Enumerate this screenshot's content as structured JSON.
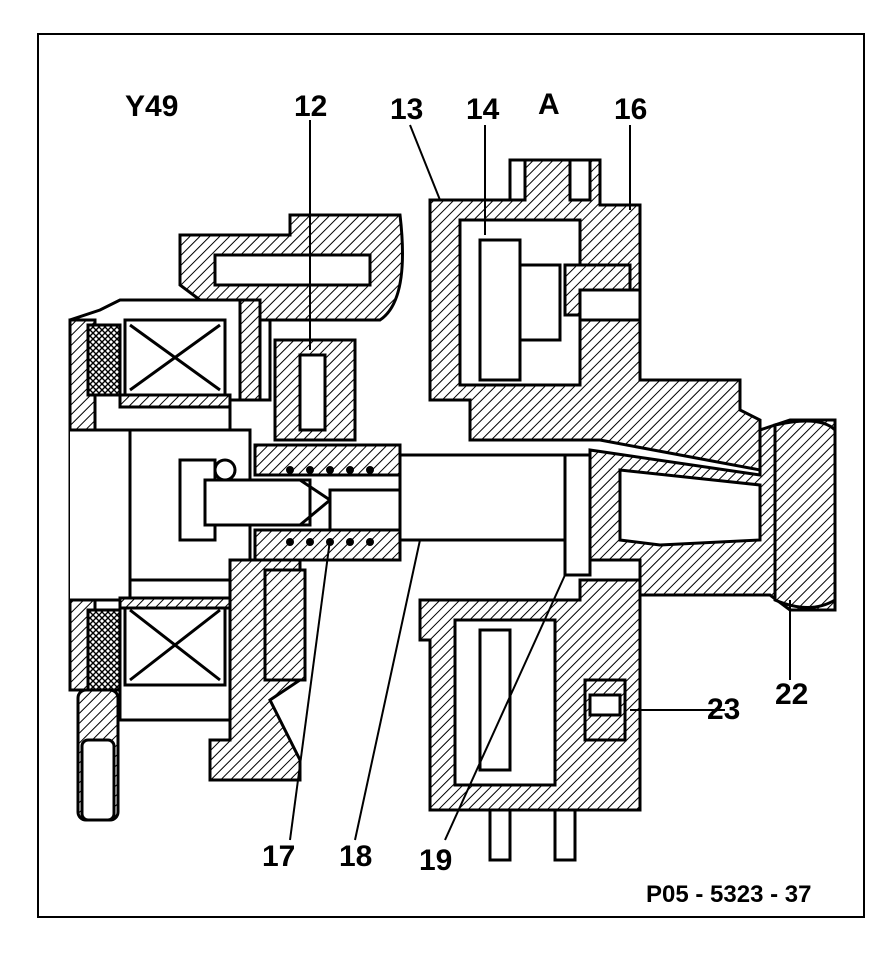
{
  "labels": {
    "y49": "Y49",
    "n12": "12",
    "n13": "13",
    "n14": "14",
    "a": "A",
    "n16": "16",
    "n17": "17",
    "n18": "18",
    "n19": "19",
    "n22": "22",
    "n23": "23"
  },
  "document_code": "P05 - 5323 - 37",
  "colors": {
    "ink": "#000000",
    "paper": "#ffffff"
  }
}
